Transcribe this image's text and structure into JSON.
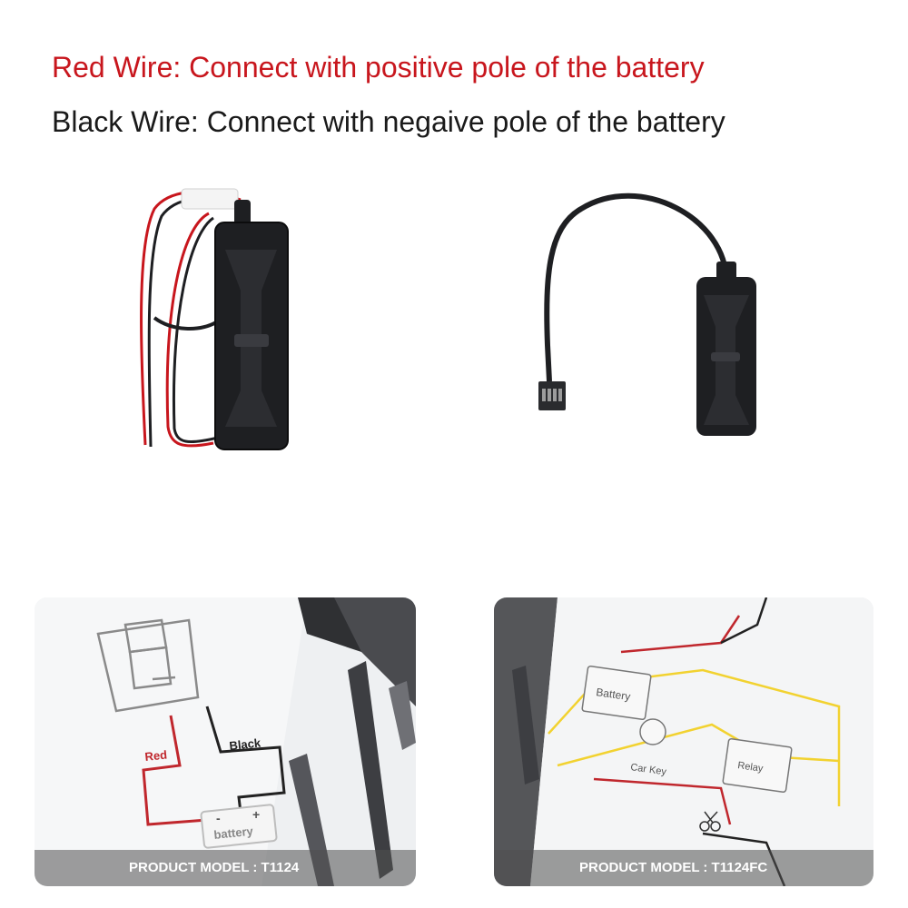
{
  "instructions": {
    "red_wire": "Red Wire: Connect with positive pole of the battery",
    "black_wire": "Black Wire: Connect with negaive pole of the battery"
  },
  "colors": {
    "red_text": "#c8161d",
    "black_text": "#1a1a1a",
    "device_body": "#1e1f22",
    "schematic_red": "#c0272d",
    "schematic_yellow": "#f2d230"
  },
  "panels": [
    {
      "model_label": "PRODUCT MODEL : T1124",
      "diagram": {
        "red_label": "Red",
        "black_label": "Black",
        "battery_label": "battery",
        "minus": "-",
        "plus": "+"
      }
    },
    {
      "model_label": "PRODUCT MODEL : T1124FC",
      "diagram": {
        "battery_label": "Battery",
        "car_key_label": "Car Key",
        "relay_label": "Relay"
      }
    }
  ],
  "icons": [
    "gps-tracker-wired-image",
    "gps-tracker-connector-image",
    "pen-icon",
    "scissors-icon"
  ]
}
